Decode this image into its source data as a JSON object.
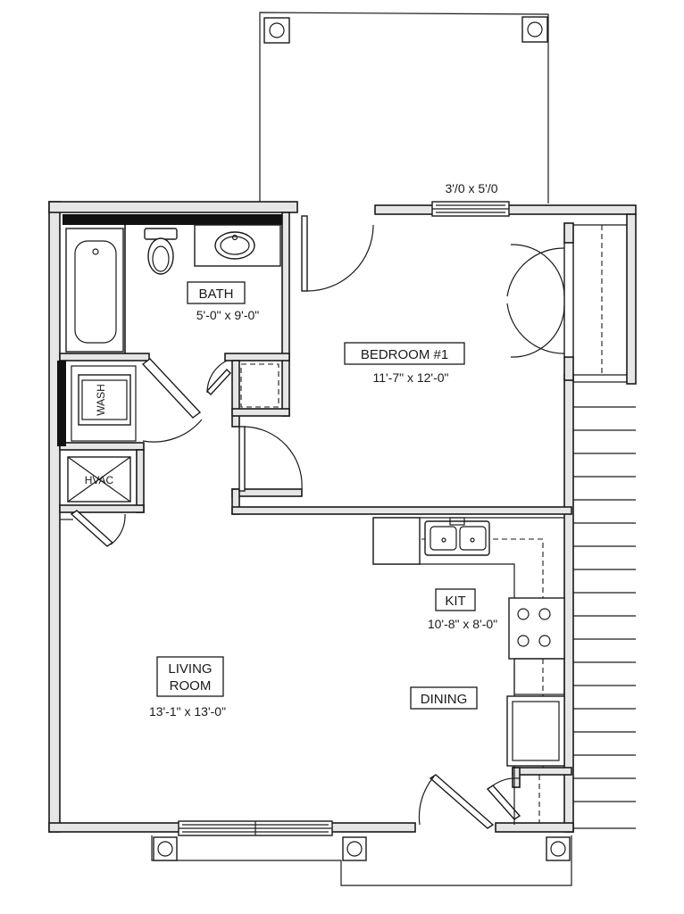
{
  "rooms": {
    "bath": {
      "name": "BATH",
      "size": "5'-0\" x 9'-0\""
    },
    "bedroom": {
      "name": "BEDROOM #1",
      "size": "11'-7\" x 12'-0\""
    },
    "kitchen": {
      "name": "KIT",
      "size": "10'-8\" x 8'-0\""
    },
    "living": {
      "name_line1": "LIVING",
      "name_line2": "ROOM",
      "size": "13'-1\" x 13'-0\""
    },
    "dining": {
      "name": "DINING"
    }
  },
  "fixtures": {
    "washer": "WASH",
    "hvac": "HVAC"
  },
  "window_note": "3'/0 x 5'/0"
}
